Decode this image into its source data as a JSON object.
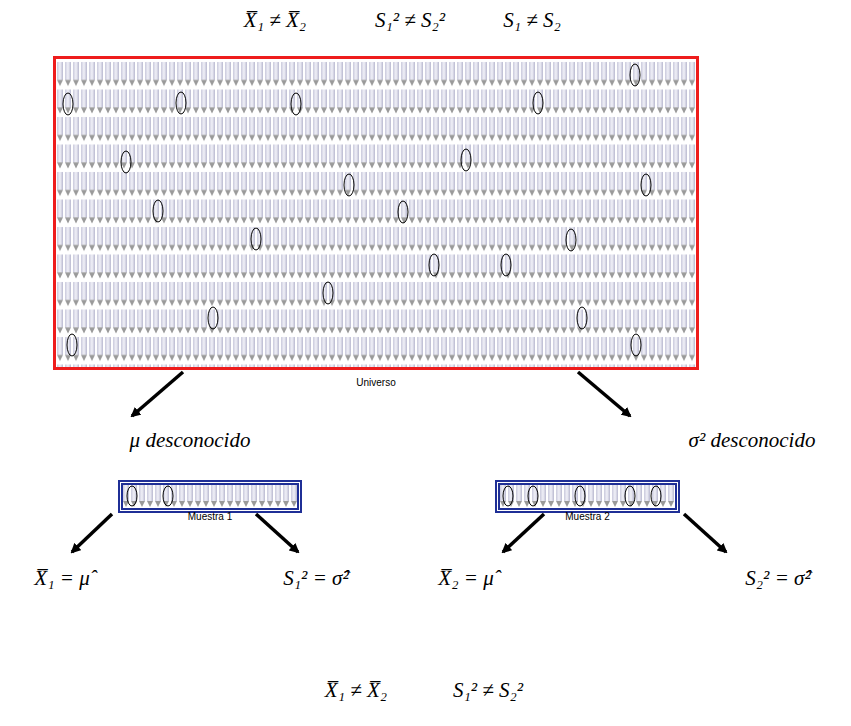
{
  "diagram": {
    "nodes": [
      {
        "text": [
          "Universo"
        ]
      },
      {
        "text": [
          "Muestra 1"
        ]
      },
      {
        "text": [
          "Muestra 2"
        ]
      }
    ],
    "labels": [
      "X̅₁ ≠ X̅₂",
      "S₁² ≠ S₂²",
      "S₁ ≠ S₂",
      "μ desconocido",
      "σ² desconocido",
      "X̅₁ = μ̂",
      "S₁² = σ̂²",
      "X̅₂ = μ̂",
      "S₂² = σ̂²",
      "X̅₁ ≠ X̅₂",
      "S₁² ≠ S₂²"
    ]
  }
}
